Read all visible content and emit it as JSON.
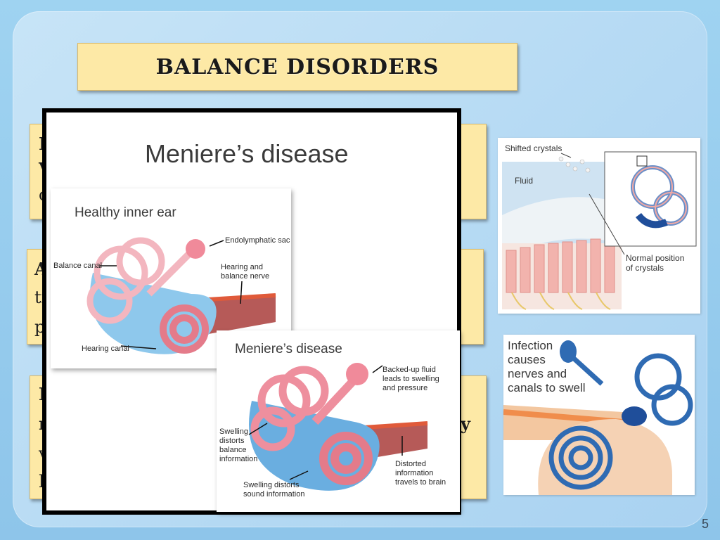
{
  "slide": {
    "title": "BALANCE DISORDERS",
    "page_number": "5"
  },
  "text_cards": [
    {
      "fragments": [
        "B",
        "V",
        "c"
      ]
    },
    {
      "fragments": [
        "A",
        "ti",
        "p"
      ]
    },
    {
      "fragments": [
        "M",
        "n",
        "v",
        "h",
        "y"
      ]
    }
  ],
  "overlay": {
    "title": "Meniere’s disease",
    "healthy": {
      "heading": "Healthy inner ear",
      "labels": {
        "endolymphatic": "Endolymphatic sac",
        "balance_canal": "Balance canal",
        "hearing_nerve": "Hearing and\nbalance nerve",
        "hearing_canal": "Hearing canal"
      }
    },
    "meniere": {
      "heading": "Meniere’s disease",
      "labels": {
        "backed_up": "Backed-up fluid\nleads to swelling\nand pressure",
        "swelling_balance": "Swelling\ndistorts\nbalance\ninformation",
        "distorted": "Distorted\ninformation\ntravels to brain",
        "swelling_sound": "Swelling distorts\nsound information"
      }
    }
  },
  "crystals_image": {
    "shifted": "Shifted crystals",
    "fluid": "Fluid",
    "normal": "Normal position\nof crystals"
  },
  "infection_image": {
    "label": "Infection\ncauses\nnerves and\ncanals to swell"
  }
}
